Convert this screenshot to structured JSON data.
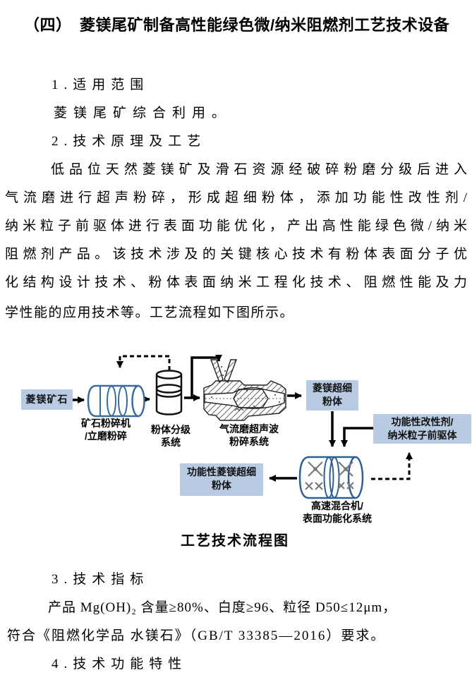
{
  "document": {
    "title": "（四）　菱镁尾矿制备高性能绿色微/纳米阻燃剂工艺技术设备",
    "section1": {
      "heading": "1.适用范围",
      "line1": "菱镁尾矿综合利用。"
    },
    "section2": {
      "heading": "2.技术原理及工艺",
      "lines": [
        "低品位天然菱镁矿及滑石资源经破碎粉磨分级后进入",
        "气流磨进行超声粉碎，形成超细粉体，添加功能性改性剂/",
        "纳米粒子前驱体进行表面功能优化，产出高性能绿色微/纳米",
        "阻燃剂产品。该技术涉及的关键核心技术有粉体表面分子优",
        "化结构设计技术、粉体表面纳米工程化技术、阻燃性能及力",
        "学性能的应用技术等。工艺流程如下图所示。"
      ]
    },
    "section3": {
      "heading": "3.技术指标",
      "line1": "产品 Mg(OH)₂ 含量≥80%、白度≥96、粒径 D50≤12μm，",
      "line2": "符合《阻燃化学品 水镁石》（GB/T 33385—2016）要求。"
    },
    "section4": {
      "heading": "4.技术功能特性"
    }
  },
  "diagram": {
    "caption": "工艺技术流程图",
    "nodes": {
      "ore_box": "菱镁矿石",
      "crusher_line1": "矿石粉碎机",
      "crusher_line2": "/立磨粉碎",
      "classifier_line1": "粉体分级",
      "classifier_line2": "系统",
      "jetmill_line1": "气流磨超声波",
      "jetmill_line2": "粉碎系统",
      "superfine_line1": "菱镁超细",
      "superfine_line2": "粉体",
      "modifier_line1": "功能性改性剂/",
      "modifier_line2": "纳米粒子前驱体",
      "functional_line1": "功能性菱镁超细",
      "functional_line2": "粉体",
      "mixer_line1": "高速混合机/",
      "mixer_line2": "表面功能化系统"
    },
    "colors": {
      "box_fill": "#b9cbe3",
      "blue_cylinder_stroke": "#3a6b9e",
      "dark_stroke": "#111111",
      "arrow": "#000000"
    }
  }
}
